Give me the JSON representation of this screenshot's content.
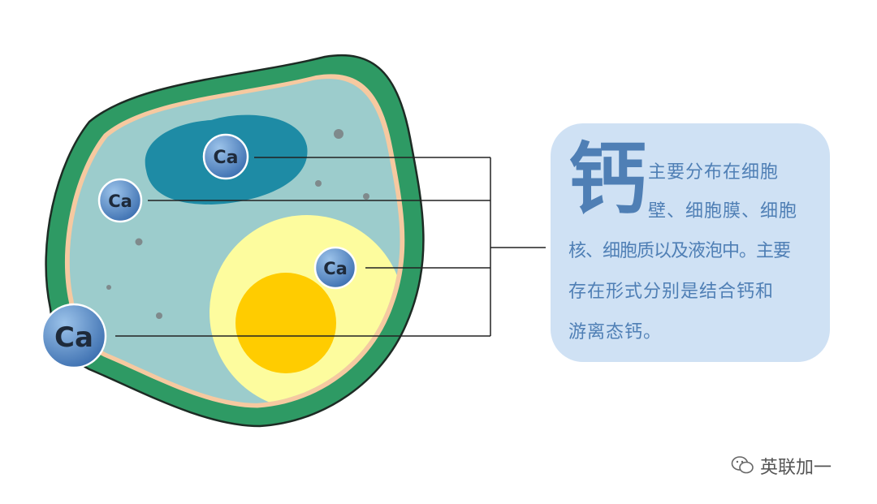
{
  "diagram": {
    "ion_label": "Ca",
    "colors": {
      "cell_wall": "#2e9a64",
      "membrane": "#f6c9a0",
      "cytoplasm": "#9ccccc",
      "nucleus": "#1e8ba5",
      "vacuole": "#fdfc9e",
      "vacuole_core": "#ffcc00",
      "ion": "#4a7fc0"
    }
  },
  "info_box": {
    "big_char": "钙",
    "lines": [
      "主要分布在细胞",
      "壁、细胞膜、细胞",
      "核、细胞质以及液泡中。主要",
      "存在形式分别是结合钙和",
      "游离态钙。"
    ]
  },
  "watermark": {
    "text": "英联加一",
    "icon": "wechat-icon"
  }
}
